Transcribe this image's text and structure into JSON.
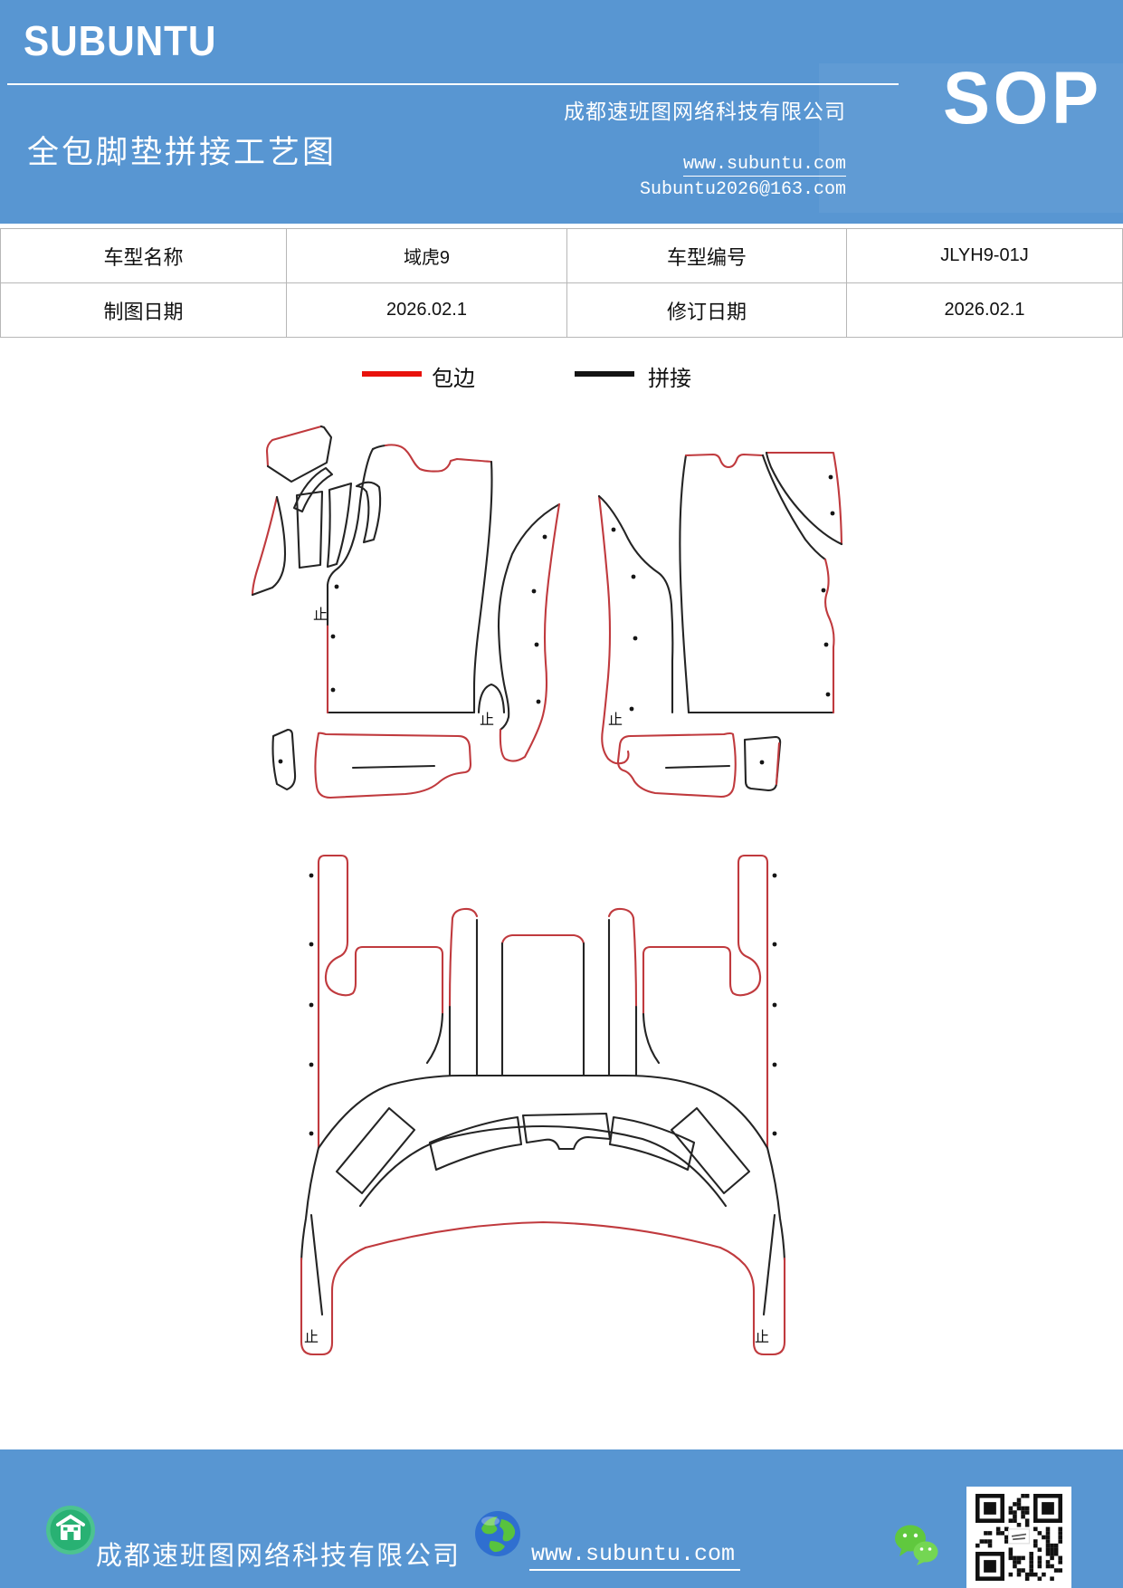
{
  "header": {
    "logo": "SUBUNTU",
    "title": "全包脚垫拼接工艺图",
    "company": "成都速班图网络科技有限公司",
    "website": "www.subuntu.com",
    "email": "Subuntu2026@163.com",
    "badge": "SOP"
  },
  "info_table": {
    "rows": [
      {
        "cells": [
          "车型名称",
          "域虎9",
          "车型编号",
          "JLYH9-01J"
        ]
      },
      {
        "cells": [
          "制图日期",
          "2026.02.1",
          "修订日期",
          "2026.02.1"
        ]
      }
    ]
  },
  "legend": {
    "items": [
      {
        "label": "包边",
        "color": "#e8120c"
      },
      {
        "label": "拼接",
        "color": "#141414"
      }
    ]
  },
  "diagram": {
    "stop_mark": "止",
    "edge_color": "#c03a3e",
    "stitch_color": "#242424"
  },
  "footer": {
    "company": "成都速班图网络科技有限公司",
    "website": "www.subuntu.com"
  },
  "colors": {
    "banner": "#5896d2"
  }
}
